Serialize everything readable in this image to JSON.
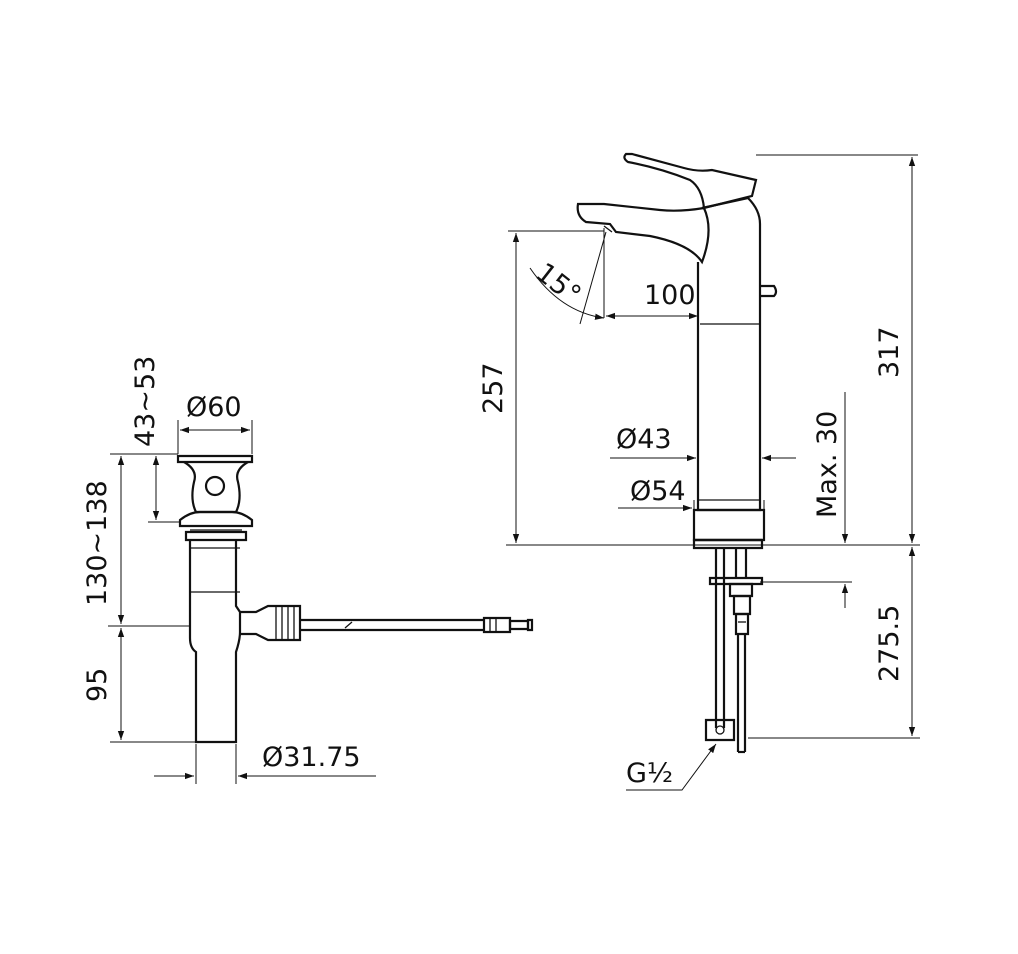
{
  "drawing": {
    "drain": {
      "dim_top": "43~53",
      "dim_height": "130~138",
      "dim_bottom": "95",
      "dim_diameter_top": "Ø60",
      "dim_diameter_pipe": "Ø31.75"
    },
    "faucet": {
      "dim_angle": "15°",
      "dim_reach": "100",
      "dim_spout_height": "257",
      "dim_total_height": "317",
      "dim_body_diameter": "Ø43",
      "dim_base_diameter": "Ø54",
      "dim_max_thickness": "Max. 30",
      "dim_hose_length": "275.5",
      "dim_thread": "G½"
    }
  }
}
